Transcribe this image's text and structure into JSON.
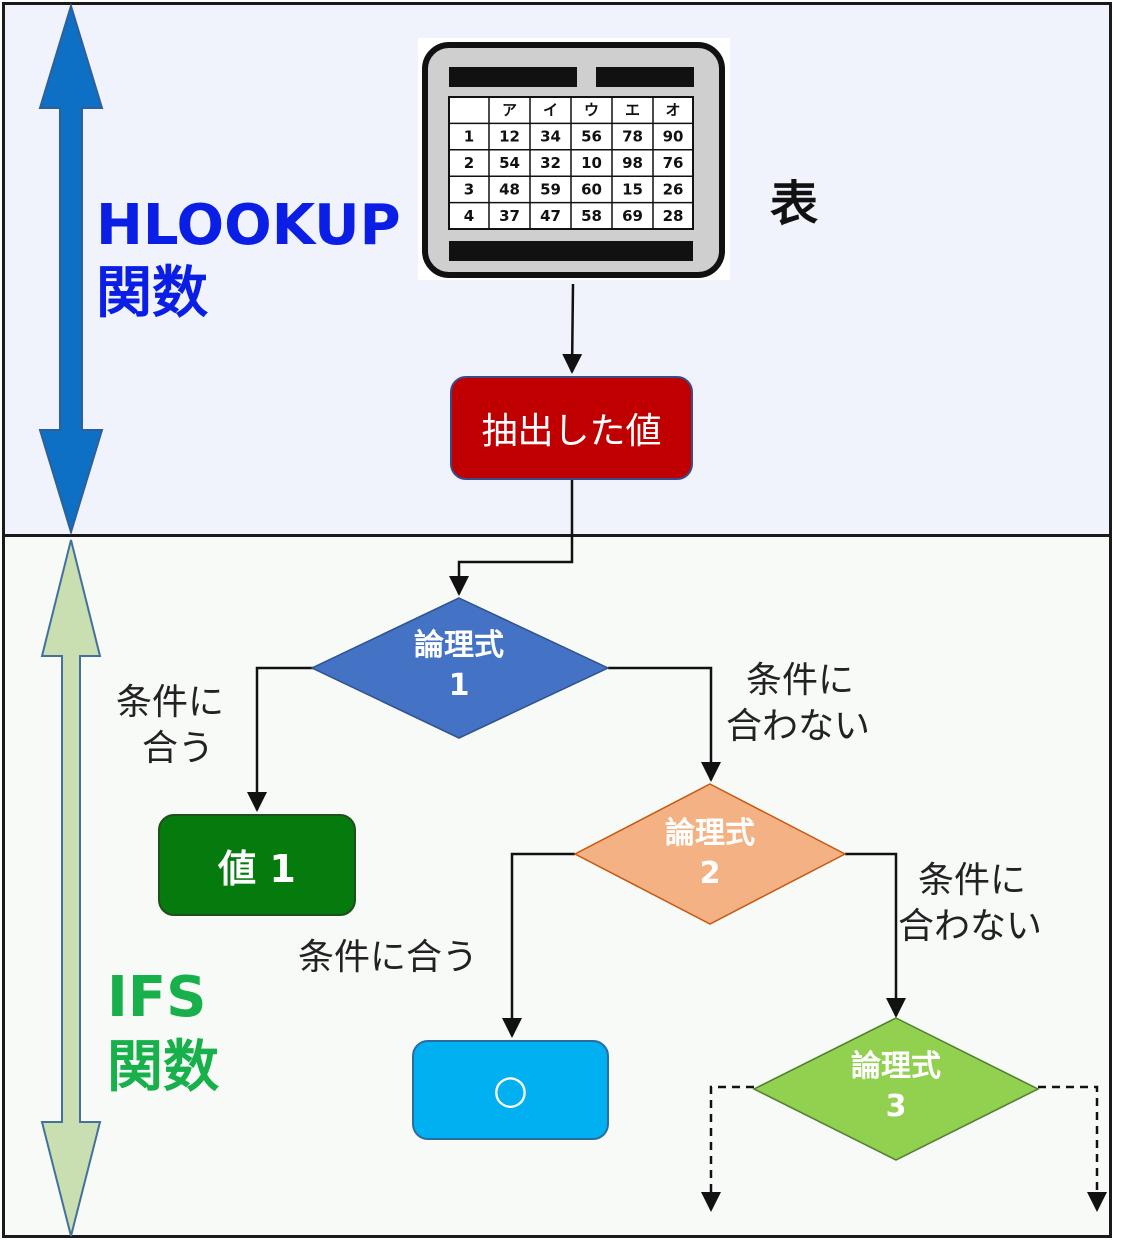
{
  "top_section": {
    "function_name": "HLOOKUP",
    "function_suffix": "関数",
    "table_label": "表",
    "extracted_value_label": "抽出した値"
  },
  "bottom_section": {
    "function_name": "IFS",
    "function_suffix": "関数"
  },
  "table_icon": {
    "headers": [
      "",
      "ア",
      "イ",
      "ウ",
      "エ",
      "オ"
    ],
    "rows": [
      [
        "1",
        "12",
        "34",
        "56",
        "78",
        "90"
      ],
      [
        "2",
        "54",
        "32",
        "10",
        "98",
        "76"
      ],
      [
        "3",
        "48",
        "59",
        "60",
        "15",
        "26"
      ],
      [
        "4",
        "37",
        "47",
        "58",
        "69",
        "28"
      ]
    ]
  },
  "decisions": [
    {
      "line1": "論理式",
      "line2": "1",
      "color": "#4472c4"
    },
    {
      "line1": "論理式",
      "line2": "2",
      "color": "#f4b183"
    },
    {
      "line1": "論理式",
      "line2": "3",
      "color": "#92d050"
    }
  ],
  "results": {
    "value1": "値 1",
    "circle": "○"
  },
  "conditions": {
    "match_1_line1": "条件に",
    "match_1_line2": "合う",
    "nomatch_1_line1": "条件に",
    "nomatch_1_line2": "合わない",
    "match_2": "条件に合う",
    "nomatch_2_line1": "条件に",
    "nomatch_2_line2": "合わない"
  },
  "colors": {
    "hlookup_arrow": "#0d70c4",
    "ifs_arrow": "#c9dfb2",
    "extracted_box": "#c00000",
    "value1_box": "#047b0c",
    "circle_box": "#00b0f0"
  }
}
